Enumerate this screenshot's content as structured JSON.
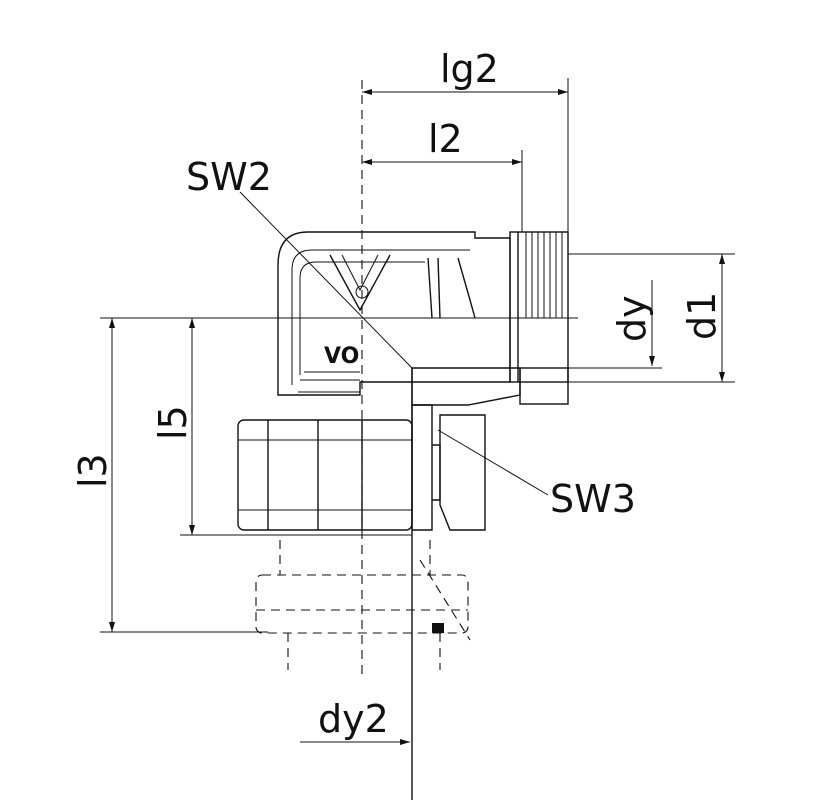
{
  "dimensions": {
    "lg2": "lg2",
    "l2": "l2",
    "l3": "l3",
    "l5": "l5",
    "dy": "dy",
    "d1": "d1",
    "dy2": "dy2"
  },
  "callouts": {
    "sw2": "SW2",
    "sw3": "SW3"
  },
  "marking": "VO",
  "colors": {
    "line": "#111111",
    "background": "#ffffff"
  }
}
